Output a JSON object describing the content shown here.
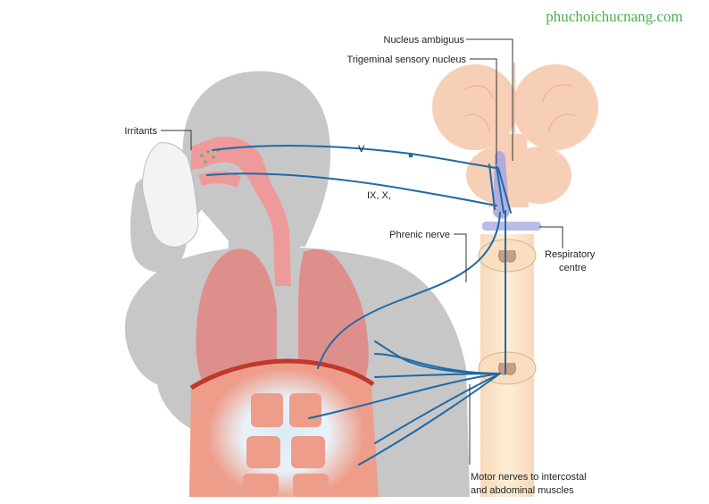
{
  "watermark": "phuchoichucnang.com",
  "labels": {
    "nucleus_ambiguus": "Nucleus ambiguus",
    "trigeminal": "Trigeminal sensory nucleus",
    "irritants": "Irritants",
    "v": "V",
    "ix_x": "IX, X,",
    "phrenic": "Phrenic nerve",
    "respiratory_1": "Respiratory",
    "respiratory_2": "centre",
    "motor_1": "Motor nerves to intercostal",
    "motor_2": "and abdominal muscles"
  },
  "colors": {
    "watermark": "#4caf50",
    "nerve": "#1f6aa5",
    "body": "#c7c7c7",
    "airway": "#ef9a9a",
    "lung": "#df8f8b",
    "muscle": "#ee9d8a",
    "brain": "#f7cfb6",
    "cord": "#fde3c4",
    "nucleus_highlight": "#a7a9e0"
  }
}
